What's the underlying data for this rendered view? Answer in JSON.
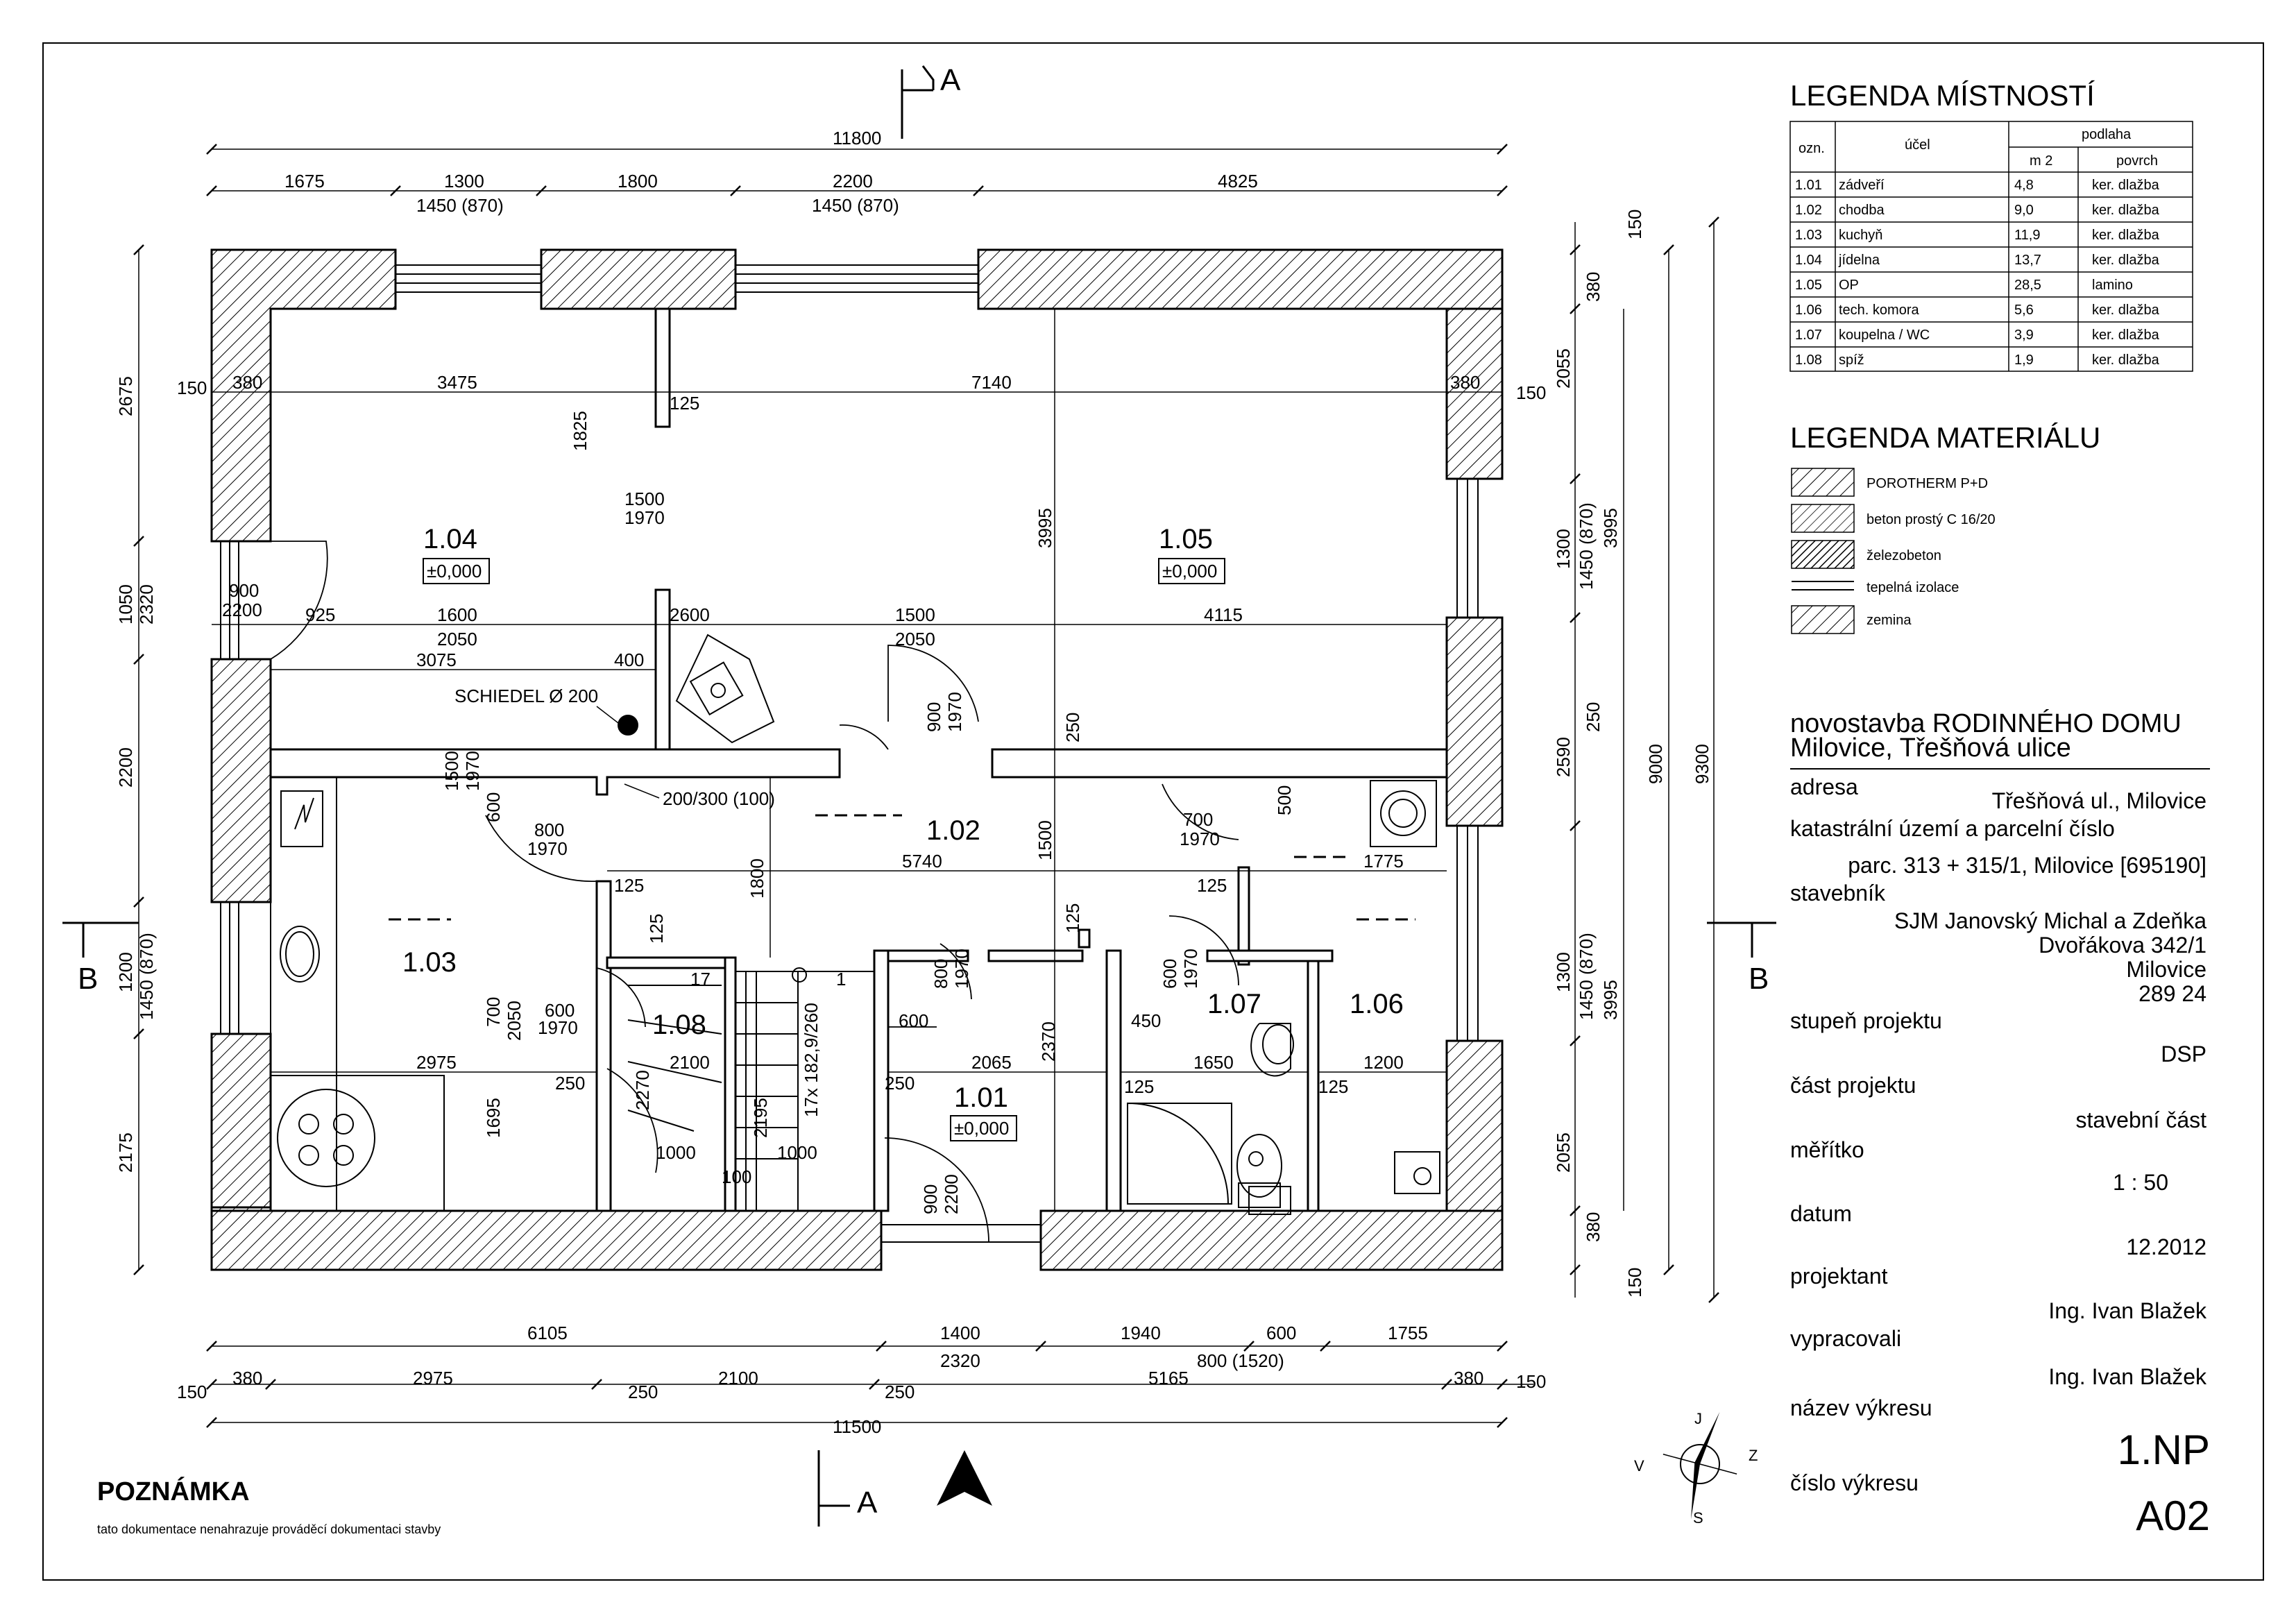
{
  "section_marks": {
    "top": "A",
    "bottom": "A",
    "left": "B",
    "right": "B"
  },
  "dims_top": {
    "overall": "11800",
    "segments": [
      "1675",
      "1300",
      "1800",
      "2200",
      "4825"
    ],
    "window_a": "1450 (870)",
    "window_b": "1450 (870)"
  },
  "dims_bottom": {
    "row1": [
      "6105",
      "1400",
      "1940",
      "600",
      "1755"
    ],
    "row1b": [
      "2320",
      "800 (1520)"
    ],
    "row2": [
      "150",
      "380",
      "2975",
      "250",
      "2100",
      "250",
      "5165",
      "380",
      "150"
    ],
    "overall": "11500"
  },
  "dims_left": [
    "2675",
    "1050",
    "2320",
    "2200",
    "1200",
    "1450 (870)",
    "2175"
  ],
  "dims_right": {
    "inner": [
      "150",
      "380",
      "2055",
      "1300",
      "1450 (870)",
      "250",
      "2590",
      "1300",
      "1450 (870)",
      "2055",
      "380",
      "150"
    ],
    "mid": [
      "3995",
      "3995"
    ],
    "total": [
      "9000",
      "9300"
    ]
  },
  "interior_dims": [
    "150",
    "380",
    "3475",
    "7140",
    "380",
    "150",
    "125",
    "1825",
    "1500",
    "1970",
    "3995",
    "900",
    "2200",
    "925",
    "1600",
    "2050",
    "2600",
    "1500",
    "2050",
    "4115",
    "3075",
    "400",
    "900",
    "1970",
    "250",
    "1500",
    "1970",
    "600",
    "800",
    "1970",
    "700",
    "1970",
    "500",
    "5740",
    "1775",
    "125",
    "125",
    "125",
    "1800",
    "1500",
    "125",
    "800",
    "1970",
    "600",
    "1970",
    "17",
    "600",
    "450",
    "700",
    "2050",
    "600",
    "1970",
    "2975",
    "2100",
    "2065",
    "2370",
    "1650",
    "1200",
    "250",
    "2270",
    "2195",
    "250",
    "125",
    "125",
    "1695",
    "1000",
    "100",
    "1000",
    "900",
    "2200",
    "1"
  ],
  "labels": {
    "chimney": "SCHIEDEL Ø 200",
    "duct": "200/300 (100)",
    "stair": "17x 182,9/260"
  },
  "rooms": [
    {
      "id": "1.04",
      "level": "±0,000"
    },
    {
      "id": "1.05",
      "level": "±0,000"
    },
    {
      "id": "1.02"
    },
    {
      "id": "1.03"
    },
    {
      "id": "1.08"
    },
    {
      "id": "1.01",
      "level": "±0,000"
    },
    {
      "id": "1.07"
    },
    {
      "id": "1.06"
    }
  ],
  "room_legend": {
    "title": "LEGENDA MÍSTNOSTÍ",
    "headers": {
      "ozn": "ozn.",
      "ucel": "účel",
      "podlaha": "podlaha",
      "m2": "m 2",
      "povrch": "povrch"
    },
    "rows": [
      {
        "ozn": "1.01",
        "ucel": "zádveří",
        "m2": "4,8",
        "povrch": "ker. dlažba"
      },
      {
        "ozn": "1.02",
        "ucel": "chodba",
        "m2": "9,0",
        "povrch": "ker. dlažba"
      },
      {
        "ozn": "1.03",
        "ucel": "kuchyň",
        "m2": "11,9",
        "povrch": "ker. dlažba"
      },
      {
        "ozn": "1.04",
        "ucel": "jídelna",
        "m2": "13,7",
        "povrch": "ker. dlažba"
      },
      {
        "ozn": "1.05",
        "ucel": "OP",
        "m2": "28,5",
        "povrch": "lamino"
      },
      {
        "ozn": "1.06",
        "ucel": "tech. komora",
        "m2": "5,6",
        "povrch": "ker. dlažba"
      },
      {
        "ozn": "1.07",
        "ucel": "koupelna / WC",
        "m2": "3,9",
        "povrch": "ker. dlažba"
      },
      {
        "ozn": "1.08",
        "ucel": "spíž",
        "m2": "1,9",
        "povrch": "ker. dlažba"
      }
    ]
  },
  "material_legend": {
    "title": "LEGENDA MATERIÁLU",
    "items": [
      "POROTHERM P+D",
      "beton prostý C 16/20",
      "železobeton",
      "tepelná izolace",
      "zemina"
    ]
  },
  "title_block": {
    "project_line1": "novostavba RODINNÉHO DOMU",
    "project_line2": "Milovice,  Třešňová ulice",
    "adresa_label": "adresa",
    "adresa": "Třešňová ul., Milovice",
    "katastr_label": "katastrální území a parcelní číslo",
    "katastr": "parc. 313 + 315/1, Milovice  [695190]",
    "stavebnik_label": "stavebník",
    "stavebnik": [
      "SJM Janovský Michal a Zdeňka",
      "Dvořákova 342/1",
      "Milovice",
      "289 24"
    ],
    "stupen_label": "stupeň projektu",
    "stupen": "DSP",
    "cast_label": "část projektu",
    "cast": "stavební část",
    "meritko_label": "měřítko",
    "meritko": "1 : 50",
    "datum_label": "datum",
    "datum": "12.2012",
    "projektant_label": "projektant",
    "projektant": "Ing. Ivan Blažek",
    "vypracovali_label": "vypracovali",
    "vypracovali": "Ing. Ivan Blažek",
    "nazev_label": "název výkresu",
    "nazev": "1.NP",
    "cislo_label": "číslo výkresu",
    "cislo": "A02"
  },
  "compass": {
    "n": "S",
    "s": "J",
    "e": "V",
    "w": "Z"
  },
  "note": {
    "title": "POZNÁMKA",
    "text": "tato dokumentace nenahrazuje prováděcí dokumentaci stavby"
  }
}
